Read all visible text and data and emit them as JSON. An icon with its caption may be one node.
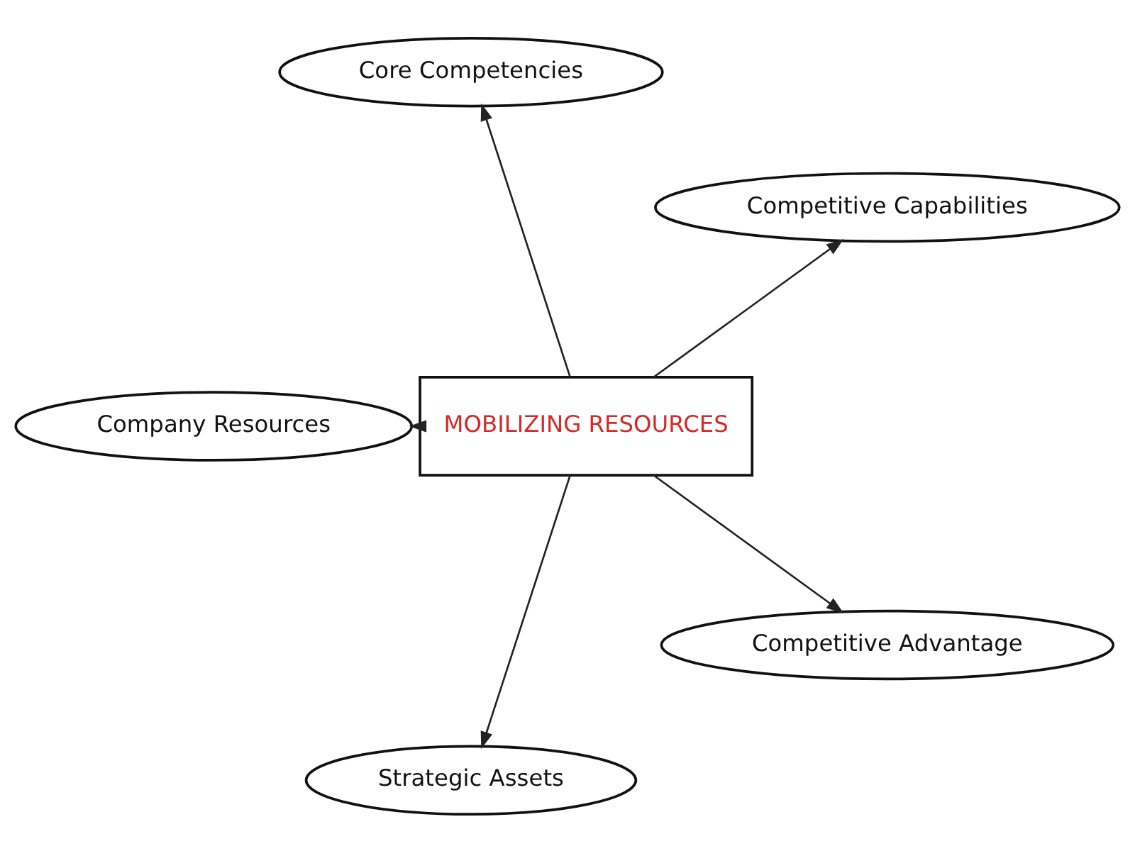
{
  "diagram": {
    "nodes": [
      {
        "text": [
          "MOBILIZING RESOURCES"
        ]
      },
      {
        "text": [
          "Competitive Capabilities"
        ]
      },
      {
        "text": [
          "Core Competencies"
        ]
      },
      {
        "text": [
          "Company Resources"
        ]
      },
      {
        "text": [
          "Strategic Assets"
        ]
      },
      {
        "text": [
          "Competitive Advantage"
        ]
      }
    ],
    "edges": [
      {
        "from": 0,
        "to": 1,
        "arrow": "to"
      },
      {
        "from": 0,
        "to": 2,
        "arrow": "to"
      },
      {
        "from": 0,
        "to": 3,
        "arrow": "to"
      },
      {
        "from": 0,
        "to": 4,
        "arrow": "to"
      },
      {
        "from": 0,
        "to": 5,
        "arrow": "to"
      }
    ]
  }
}
